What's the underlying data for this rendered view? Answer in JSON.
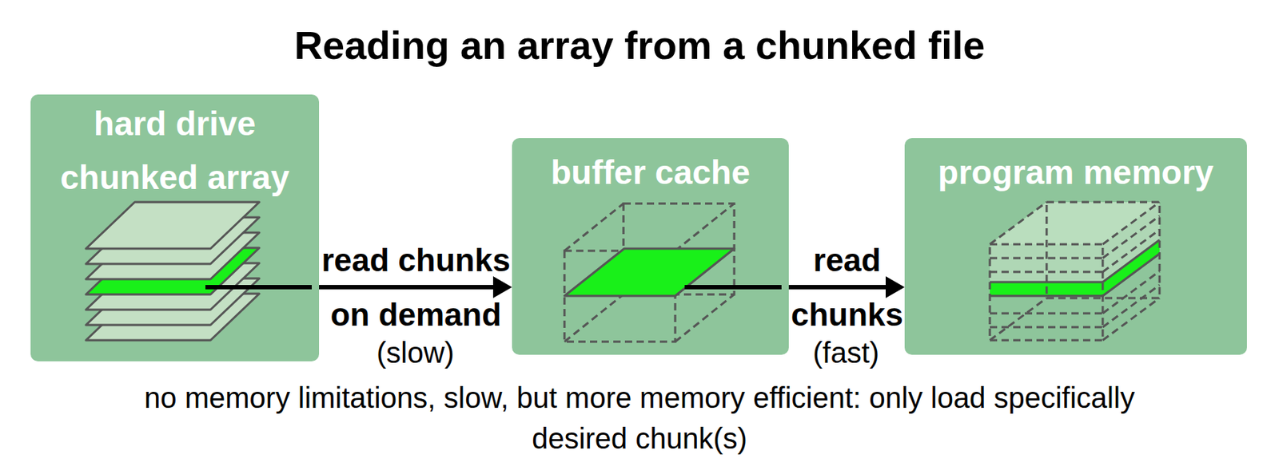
{
  "diagram": {
    "title": "Reading an array from a chunked file",
    "caption": "no memory limitations, slow, but more memory efficient: only load specifically desired chunk(s)",
    "nodes": [
      {
        "text": [
          "hard drive",
          "chunked array"
        ]
      },
      {
        "text": [
          "buffer cache"
        ]
      },
      {
        "text": [
          "program memory"
        ]
      }
    ],
    "edges": [
      {
        "from": 0,
        "to": 1,
        "arrow": "to",
        "label": "read chunks on demand"
      },
      {
        "from": 1,
        "to": 2,
        "arrow": "to",
        "label": "read chunks"
      }
    ],
    "labels": [
      "(slow)",
      "(fast)"
    ]
  }
}
